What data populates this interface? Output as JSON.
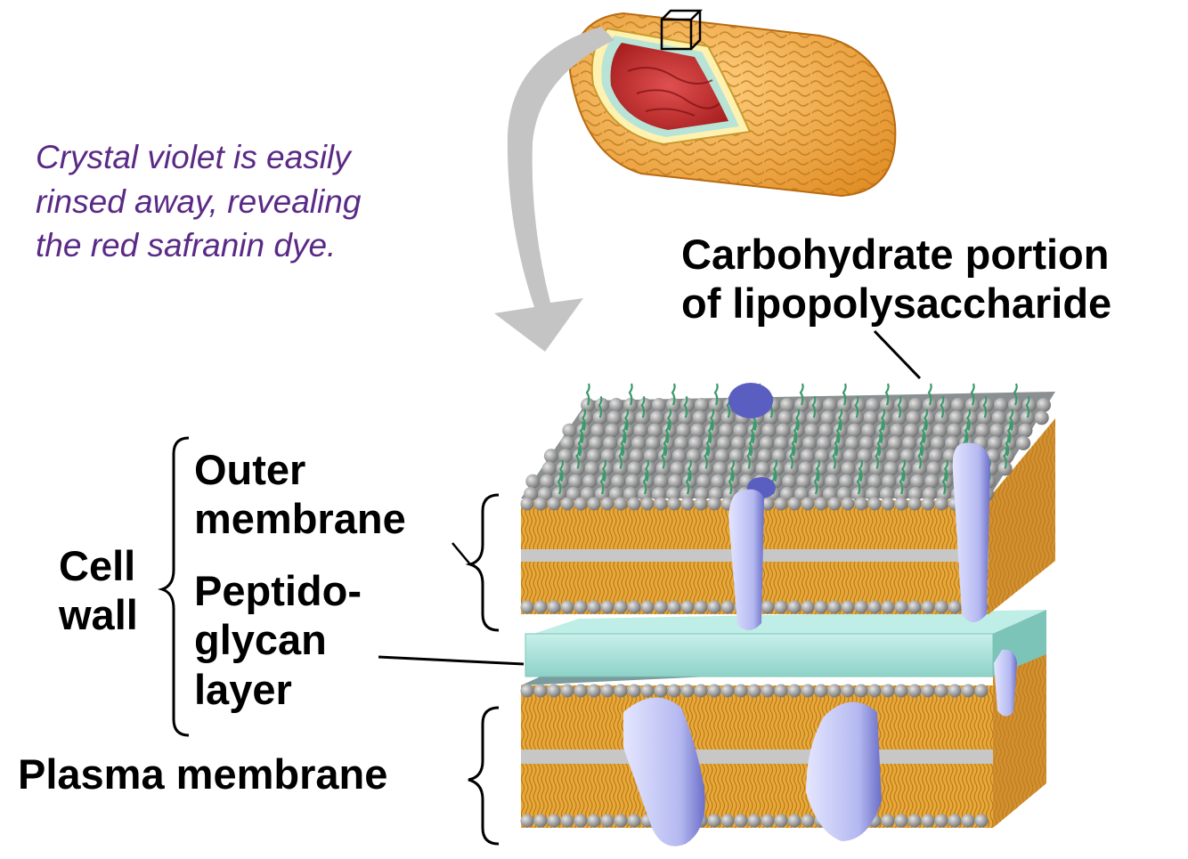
{
  "caption": {
    "lines": [
      "Crystal violet is easily",
      "rinsed away, revealing",
      "the red safranin dye."
    ]
  },
  "labels": {
    "carbohydrate": [
      "Carbohydrate portion",
      "of lipopolysaccharide"
    ],
    "outer_membrane": [
      "Outer",
      "membrane"
    ],
    "peptidoglycan": [
      "Peptido-",
      "glycan",
      "layer"
    ],
    "cell_wall": [
      "Cell",
      "wall"
    ],
    "plasma_membrane": "Plasma membrane"
  },
  "colors": {
    "caption": "#5a2a86",
    "lipid_tail": "#e8a83a",
    "lipid_head": "#9a9a9a",
    "peptidoglycan": "#a8e0d8",
    "protein": "#b4b8f0",
    "sugar_chain": "#3a9a6a",
    "bacterium_shell": "#f0a840",
    "bacterium_interior": "#c83030",
    "arrow": "#c4c4c4"
  }
}
